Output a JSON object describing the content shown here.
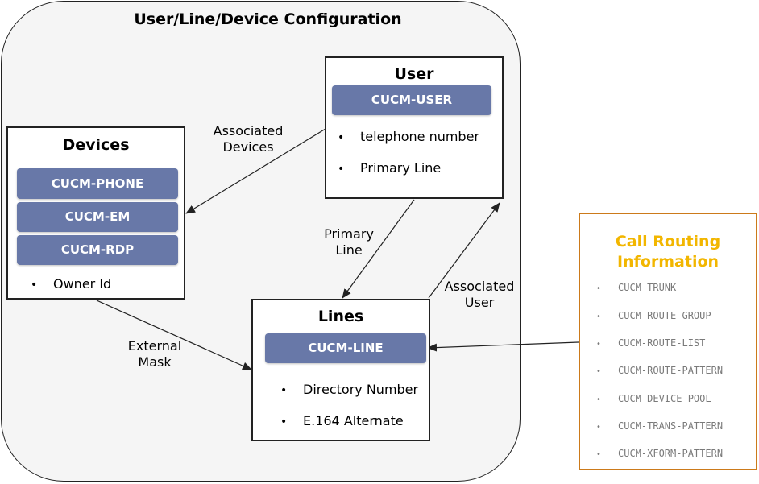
{
  "group_title": "User/Line/Device Configuration",
  "user": {
    "title": "User",
    "pill": "CUCM-USER",
    "bullets": [
      "telephone number",
      "Primary Line"
    ]
  },
  "devices": {
    "title": "Devices",
    "pills": [
      "CUCM-PHONE",
      "CUCM-EM",
      "CUCM-RDP"
    ],
    "bullets": [
      "Owner Id"
    ]
  },
  "lines": {
    "title": "Lines",
    "pill": "CUCM-LINE",
    "bullets": [
      "Directory Number",
      "E.164 Alternate"
    ]
  },
  "edges": {
    "associated_devices": [
      "Associated",
      "Devices"
    ],
    "primary_line": [
      "Primary",
      "Line"
    ],
    "associated_user": [
      "Associated",
      "User"
    ],
    "external_mask": [
      "External",
      "Mask"
    ]
  },
  "routing": {
    "title": [
      "Call Routing",
      "Information"
    ],
    "items": [
      "CUCM-TRUNK",
      "CUCM-ROUTE-GROUP",
      "CUCM-ROUTE-LIST",
      "CUCM-ROUTE-PATTERN",
      "CUCM-DEVICE-POOL",
      "CUCM-TRANS-PATTERN",
      "CUCM-XFORM-PATTERN"
    ]
  },
  "bullet_symbol": "•",
  "colors": {
    "pill": "#6878a8",
    "routing_border": "#cc7a1a",
    "routing_title": "#f2b600",
    "routing_item": "#7a7a7a",
    "group_fill": "#f5f5f5"
  }
}
